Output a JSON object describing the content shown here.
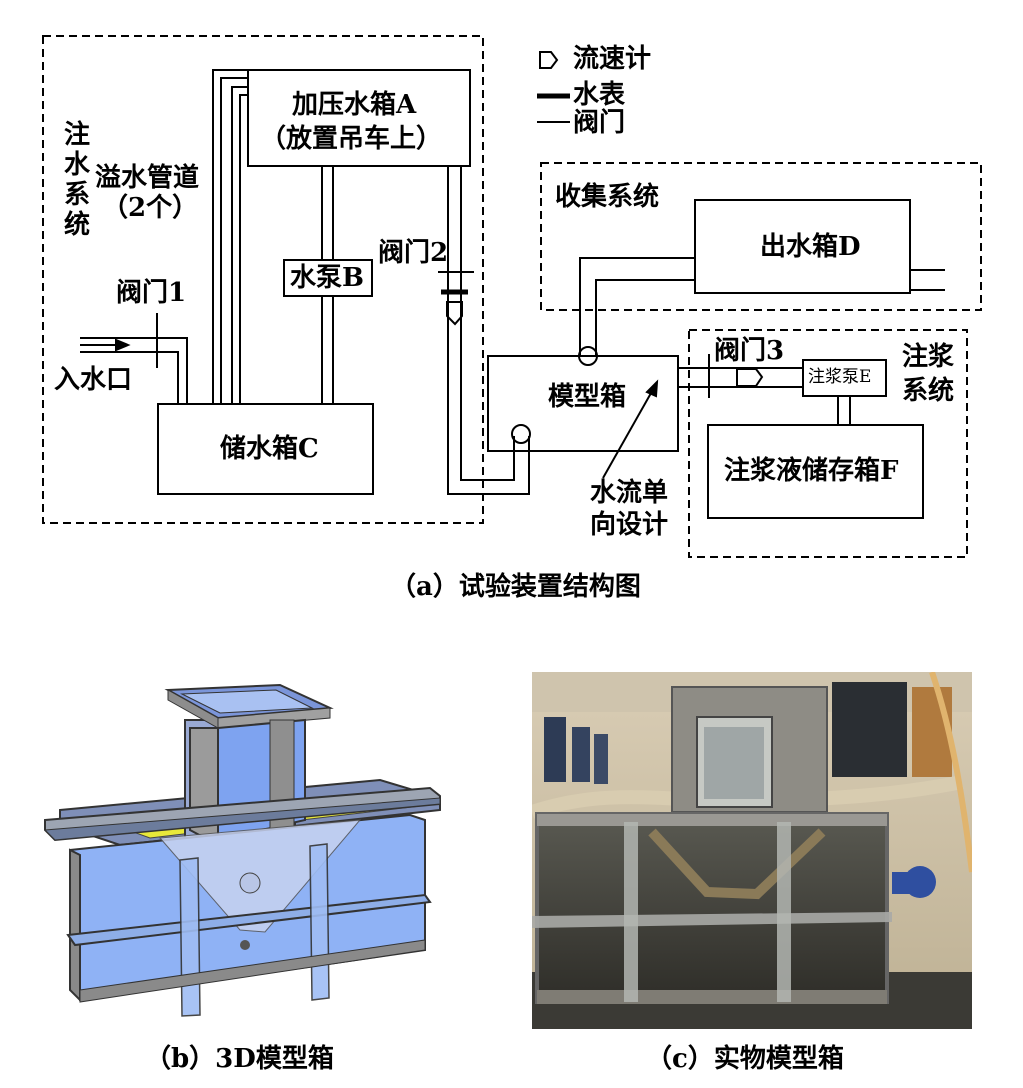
{
  "diagram": {
    "legend": {
      "flowmeter": "流速计",
      "water_meter": "水表",
      "valve": "阀门"
    },
    "zones": {
      "injection": [
        "注",
        "水",
        "系",
        "统"
      ],
      "collection": "收集系统",
      "grouting": [
        "注浆",
        "系统"
      ]
    },
    "boxes": {
      "pressure_tank": [
        "加压水箱A",
        "（放置吊车上）"
      ],
      "pump": "水泵B",
      "storage_tank": "储水箱C",
      "model_box": "模型箱",
      "outlet_tank": "出水箱D",
      "grout_pump": "注浆泵E",
      "grout_tank": "注浆液储存箱F"
    },
    "labels": {
      "overflow": [
        "溢水管道",
        "（2个）"
      ],
      "valve1": "阀门1",
      "valve2": "阀门2",
      "valve3": "阀门3",
      "inlet": "入水口",
      "oneway": [
        "水流单",
        "向设计"
      ]
    }
  },
  "captions": {
    "a": "（a）试验装置结构图",
    "b": "（b）3D模型箱",
    "c": "（c）实物模型箱"
  }
}
